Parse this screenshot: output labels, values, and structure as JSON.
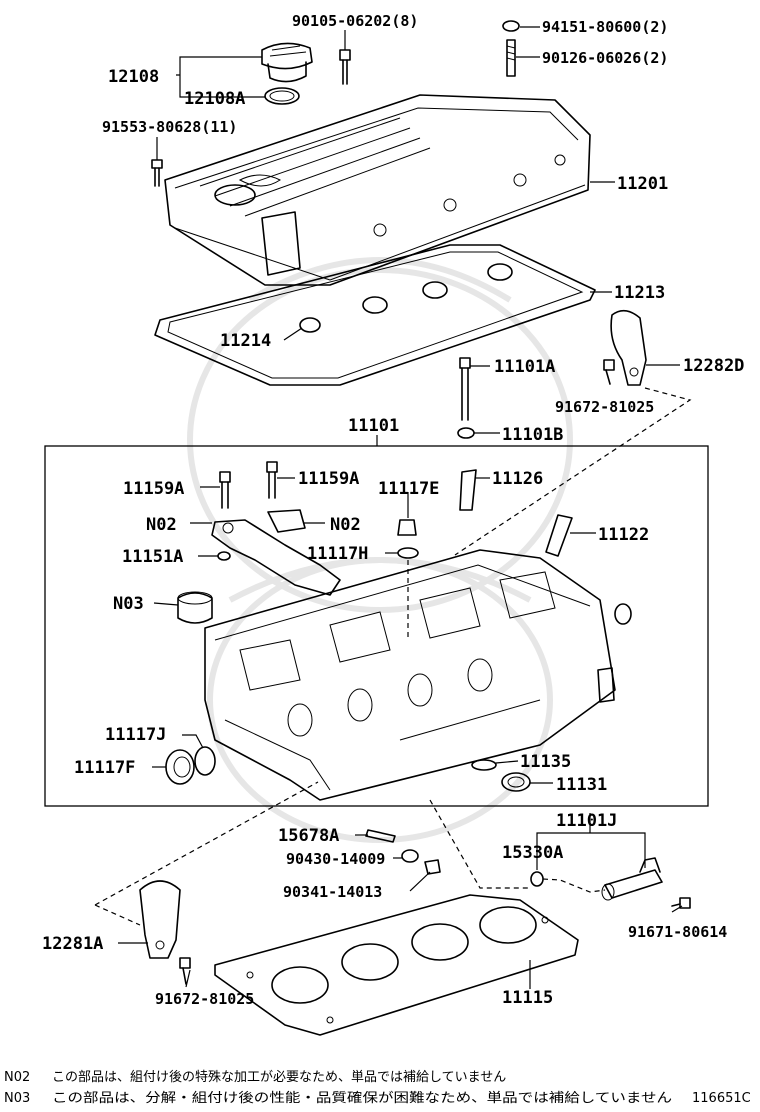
{
  "diagram_id": "116651C",
  "group_label": "11101",
  "parts": {
    "p12108": "12108",
    "p12108A": "12108A",
    "p90105": "90105-06202(8)",
    "p94151": "94151-80600(2)",
    "p90126": "90126-06026(2)",
    "p91553": "91553-80628(11)",
    "p11201": "11201",
    "p11213": "11213",
    "p11214": "11214",
    "p11101A": "11101A",
    "p12282D": "12282D",
    "p91672_top": "91672-81025",
    "p11101B": "11101B",
    "p11159A_left": "11159A",
    "p11159A_right": "11159A",
    "p11117E": "11117E",
    "p11126": "11126",
    "pN02_left": "N02",
    "pN02_right": "N02",
    "p11122": "11122",
    "p11151A": "11151A",
    "p11117H": "11117H",
    "pN03": "N03",
    "p11117J": "11117J",
    "p11117F": "11117F",
    "p11135": "11135",
    "p11131": "11131",
    "p11101J": "11101J",
    "p15678A": "15678A",
    "p90430": "90430-14009",
    "p15330A": "15330A",
    "p90341": "90341-14013",
    "p12281A": "12281A",
    "p91671": "91671-80614",
    "p11115": "11115",
    "p91672_bottom": "91672-81025"
  },
  "notes": [
    {
      "code": "N02",
      "text": "この部品は、組付け後の特殊な加工が必要なため、単品では補給していません"
    },
    {
      "code": "N03",
      "text": "この部品は、分解・組付け後の性能・品質確保が困難なため、単品では補給していません"
    }
  ]
}
